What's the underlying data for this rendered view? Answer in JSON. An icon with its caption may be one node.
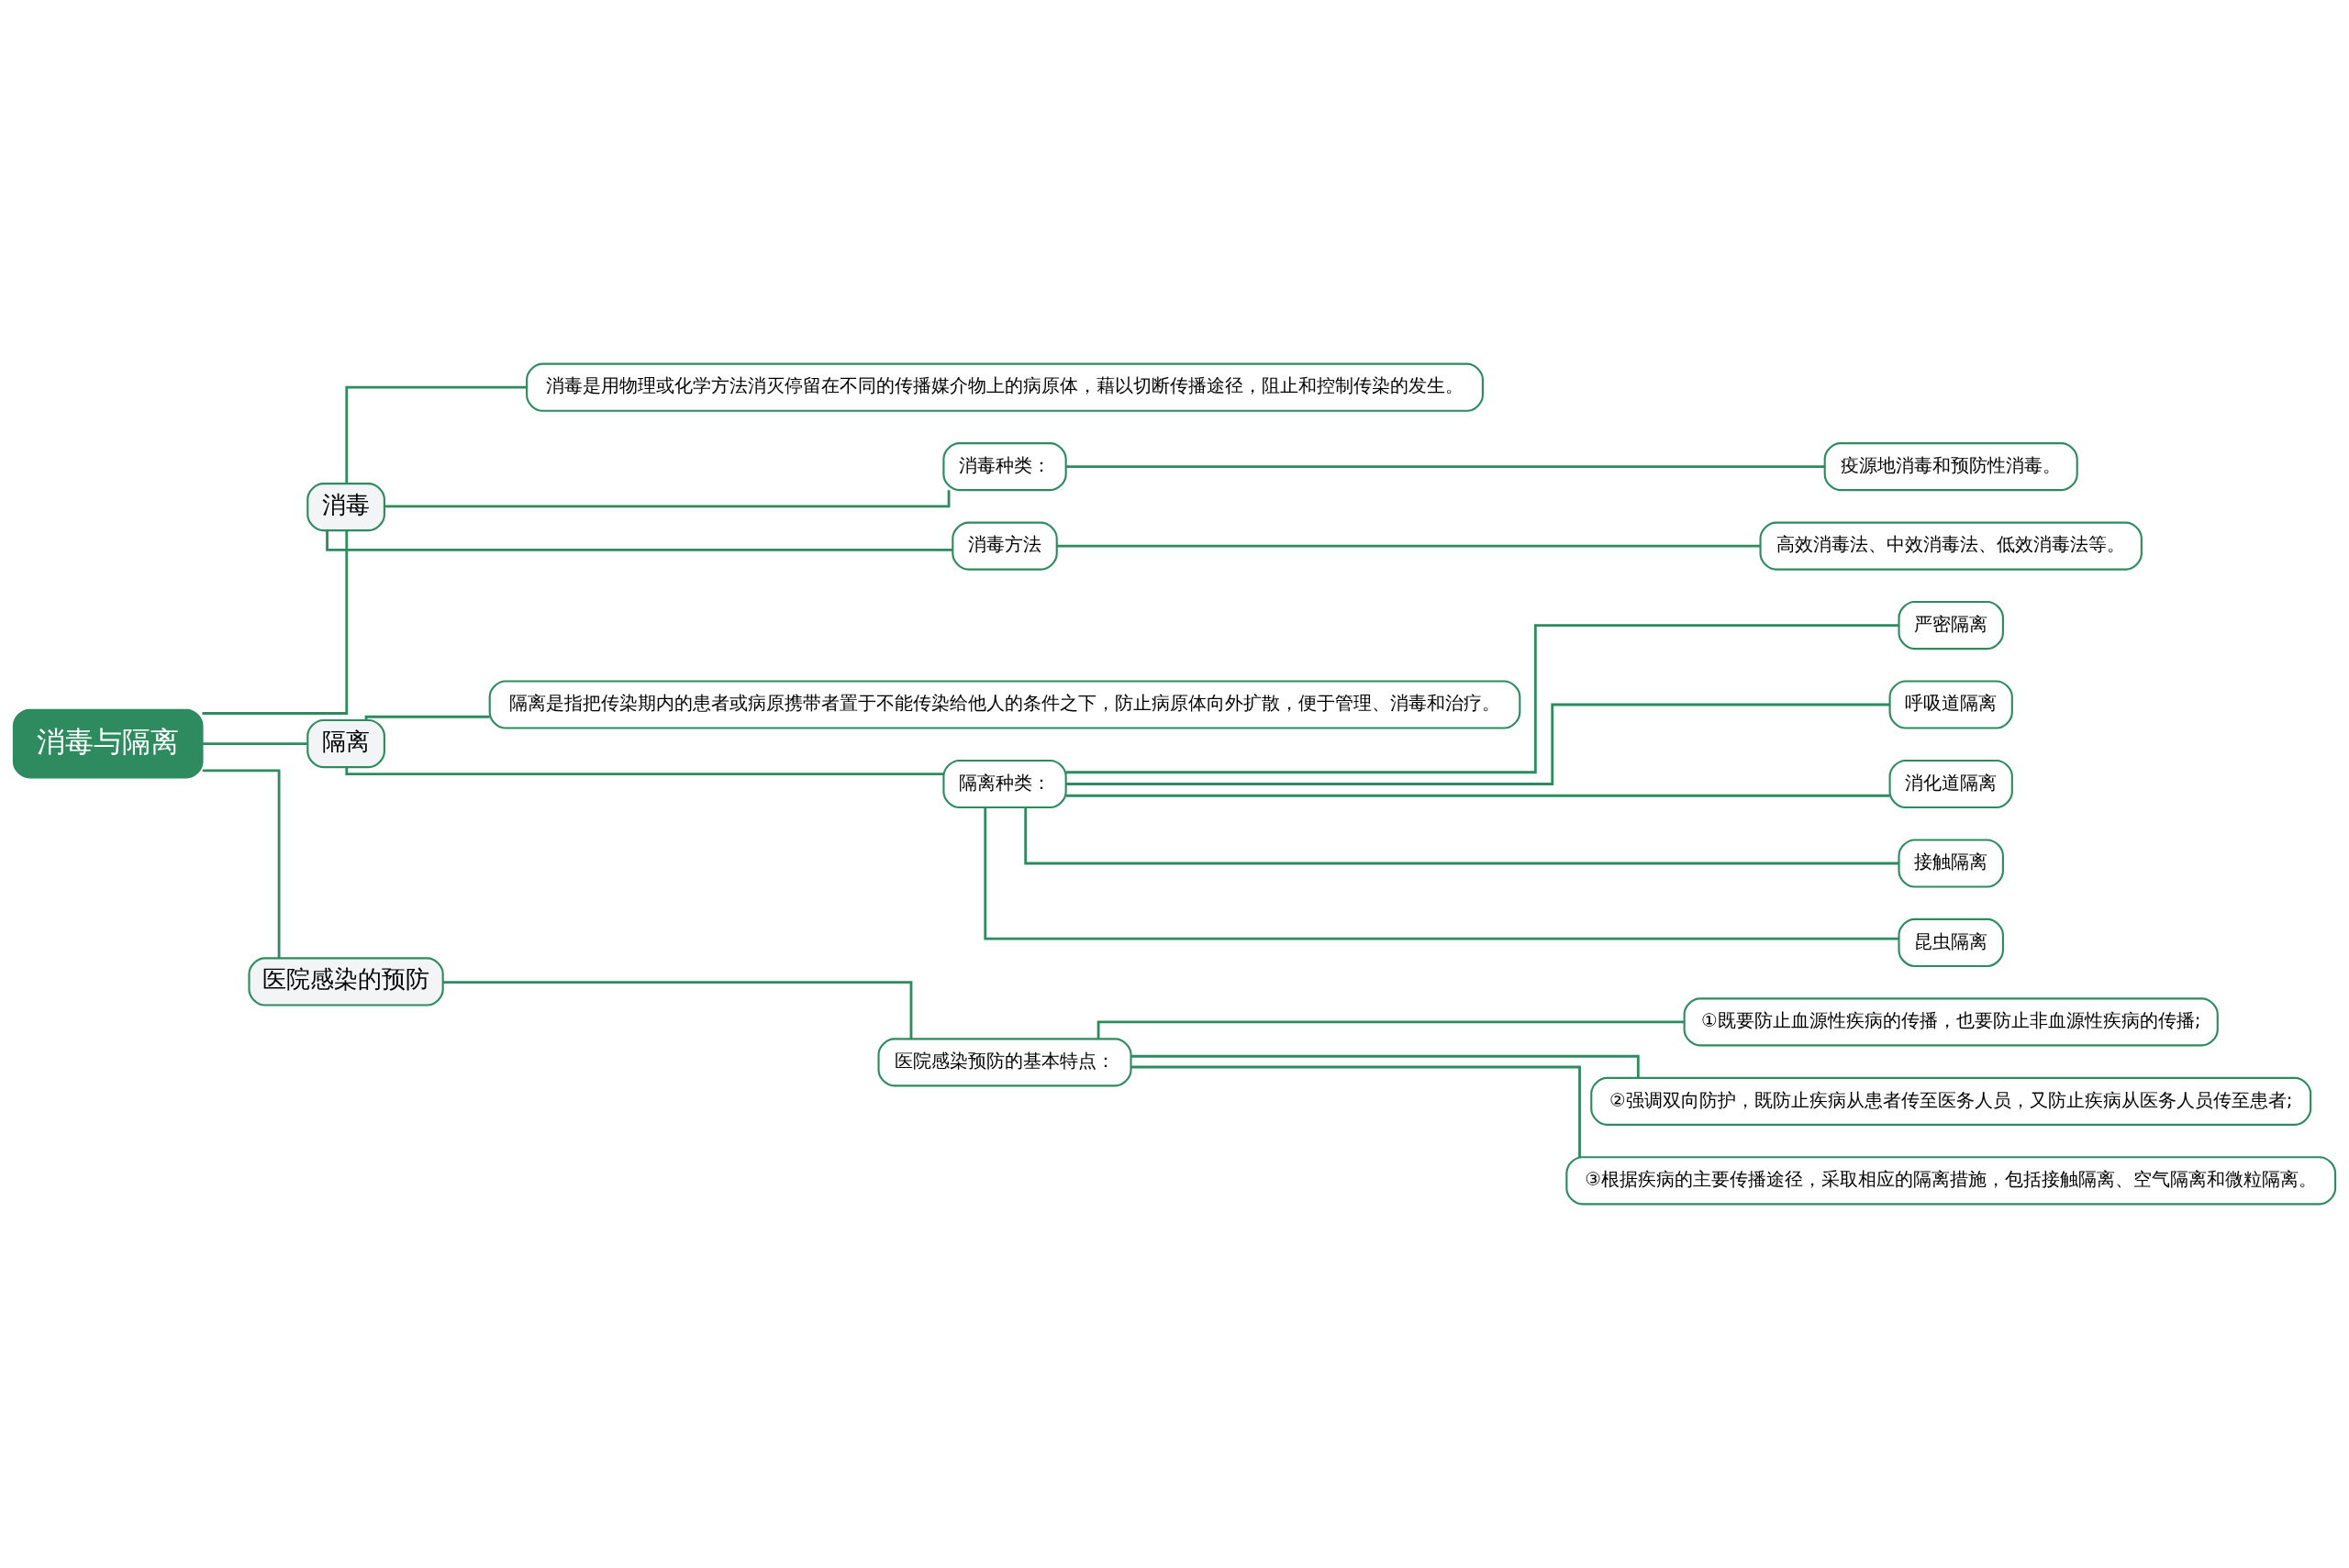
{
  "diagram": {
    "nodes": [
      {
        "text": [
          "消毒与隔离"
        ]
      },
      {
        "text": [
          "消毒"
        ]
      },
      {
        "text": [
          "消毒是用物理或化学方法消灭停留在不同的传播媒介物上的病原体，藉以切断传播途径，阻止和控制传染的发生。"
        ]
      },
      {
        "text": [
          "消毒种类："
        ]
      },
      {
        "text": [
          "疫源地消毒和预防性消毒。"
        ]
      },
      {
        "text": [
          "消毒方法"
        ]
      },
      {
        "text": [
          "高效消毒法、中效消毒法、低效消毒法等。"
        ]
      },
      {
        "text": [
          "隔离"
        ]
      },
      {
        "text": [
          "隔离是指把传染期内的患者或病原携带者置于不能传染给他人的条件之下，防止病原体向外扩散，便于管理、消毒和治疗。"
        ]
      },
      {
        "text": [
          "隔离种类："
        ]
      },
      {
        "text": [
          "严密隔离"
        ]
      },
      {
        "text": [
          "呼吸道隔离"
        ]
      },
      {
        "text": [
          "消化道隔离"
        ]
      },
      {
        "text": [
          "接触隔离"
        ]
      },
      {
        "text": [
          "昆虫隔离"
        ]
      },
      {
        "text": [
          "医院感染的预防"
        ]
      },
      {
        "text": [
          "医院感染预防的基本特点："
        ]
      },
      {
        "text": [
          "①既要防止血源性疾病的传播，也要防止非血源性疾病的传播;"
        ]
      },
      {
        "text": [
          "②强调双向防护，既防止疾病从患者传至医务人员，又防止疾病从医务人员传至患者;"
        ]
      },
      {
        "text": [
          "③根据疾病的主要传播途径，采取相应的隔离措施，包括接触隔离、空气隔离和微粒隔离。"
        ]
      }
    ],
    "edges": [
      {
        "from": 0,
        "to": 1,
        "arrow": "none"
      },
      {
        "from": 1,
        "to": 2,
        "arrow": "none"
      },
      {
        "from": 1,
        "to": 3,
        "arrow": "none"
      },
      {
        "from": 3,
        "to": 4,
        "arrow": "none"
      },
      {
        "from": 1,
        "to": 5,
        "arrow": "none"
      },
      {
        "from": 5,
        "to": 6,
        "arrow": "none"
      },
      {
        "from": 0,
        "to": 7,
        "arrow": "none"
      },
      {
        "from": 7,
        "to": 8,
        "arrow": "none"
      },
      {
        "from": 7,
        "to": 9,
        "arrow": "none"
      },
      {
        "from": 9,
        "to": 10,
        "arrow": "none"
      },
      {
        "from": 9,
        "to": 11,
        "arrow": "none"
      },
      {
        "from": 9,
        "to": 12,
        "arrow": "none"
      },
      {
        "from": 9,
        "to": 13,
        "arrow": "none"
      },
      {
        "from": 9,
        "to": 14,
        "arrow": "none"
      },
      {
        "from": 0,
        "to": 15,
        "arrow": "none"
      },
      {
        "from": 15,
        "to": 16,
        "arrow": "none"
      },
      {
        "from": 16,
        "to": 17,
        "arrow": "none"
      },
      {
        "from": 16,
        "to": 18,
        "arrow": "none"
      },
      {
        "from": 16,
        "to": 19,
        "arrow": "none"
      }
    ]
  }
}
